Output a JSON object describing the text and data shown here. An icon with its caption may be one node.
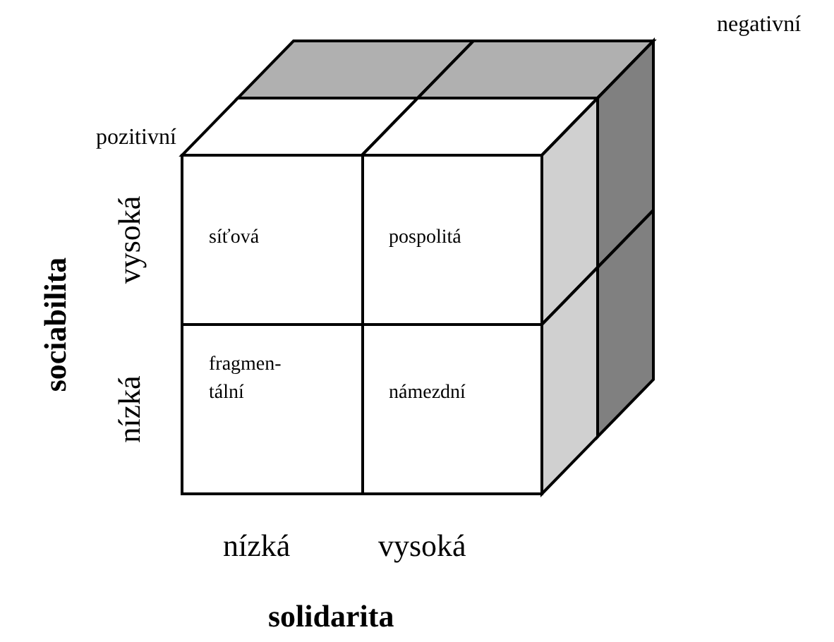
{
  "diagram": {
    "nodes": [
      {
        "text": [
          "síťová"
        ]
      },
      {
        "text": [
          "pospolitá"
        ]
      },
      {
        "text": [
          "fragmen- tální"
        ]
      },
      {
        "text": [
          "námezdní"
        ]
      }
    ],
    "labels": [
      "negativní",
      "pozitivní",
      "vysoká",
      "sociabilita",
      "nízká",
      "nízká",
      "vysoká",
      "solidarita"
    ]
  }
}
